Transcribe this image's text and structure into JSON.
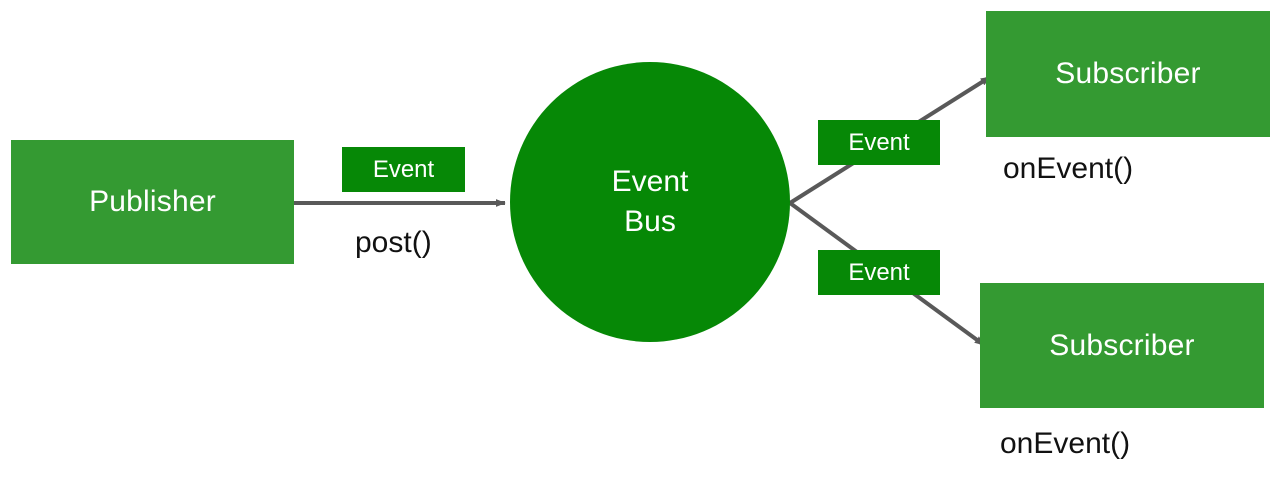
{
  "diagram": {
    "title": "Event Bus publish/subscribe diagram",
    "background": "#ffffff",
    "colors": {
      "node_green": "#349A32",
      "accent_green": "#068806",
      "edge_gray": "#595959",
      "text_light": "#ffffff",
      "text_dark": "#111111"
    },
    "nodes": {
      "publisher": {
        "label": "Publisher",
        "shape": "rectangle",
        "fill": "#349A32"
      },
      "event_bus": {
        "label_line1": "Event",
        "label_line2": "Bus",
        "shape": "circle",
        "fill": "#068806"
      },
      "subscriber_1": {
        "label": "Subscriber",
        "shape": "rectangle",
        "fill": "#349A32"
      },
      "subscriber_2": {
        "label": "Subscriber",
        "shape": "rectangle",
        "fill": "#349A32"
      }
    },
    "badges": {
      "publish_event": {
        "label": "Event",
        "fill": "#068806"
      },
      "deliver_event_1": {
        "label": "Event",
        "fill": "#068806"
      },
      "deliver_event_2": {
        "label": "Event",
        "fill": "#068806"
      }
    },
    "edge_labels": {
      "post": "post()",
      "on_event_1": "onEvent()",
      "on_event_2": "onEvent()"
    },
    "edges": [
      {
        "name": "publisher-to-bus",
        "from": "publisher",
        "to": "event_bus",
        "label": "post()",
        "badge": "Event",
        "arrow": true
      },
      {
        "name": "bus-to-subscriber-1",
        "from": "event_bus",
        "to": "subscriber_1",
        "label": "onEvent()",
        "badge": "Event",
        "arrow": true
      },
      {
        "name": "bus-to-subscriber-2",
        "from": "event_bus",
        "to": "subscriber_2",
        "label": "onEvent()",
        "badge": "Event",
        "arrow": true
      }
    ]
  }
}
